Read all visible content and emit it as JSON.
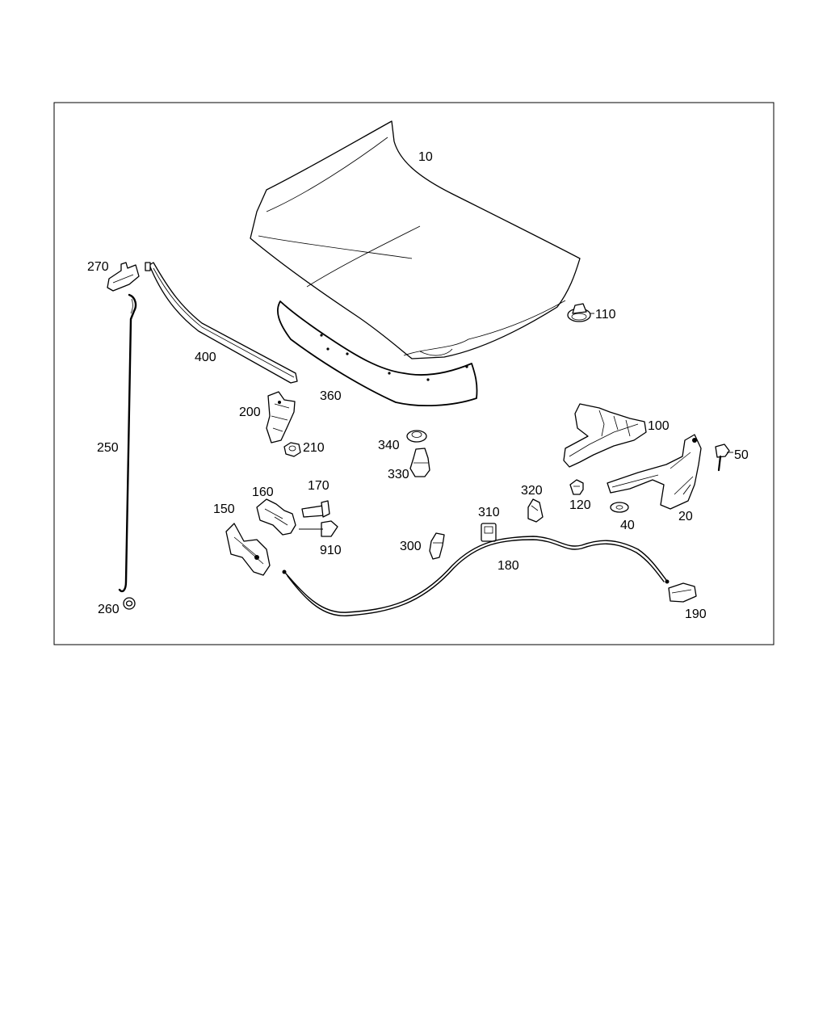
{
  "diagram": {
    "labels": {
      "p10": "10",
      "p20": "20",
      "p40": "40",
      "p50": "50",
      "p100": "100",
      "p110": "110",
      "p120": "120",
      "p150": "150",
      "p160": "160",
      "p170": "170",
      "p180": "180",
      "p190": "190",
      "p200": "200",
      "p210": "210",
      "p250": "250",
      "p260": "260",
      "p270": "270",
      "p300": "300",
      "p310": "310",
      "p320": "320",
      "p330": "330",
      "p340": "340",
      "p360": "360",
      "p400": "400",
      "p910": "910"
    }
  }
}
